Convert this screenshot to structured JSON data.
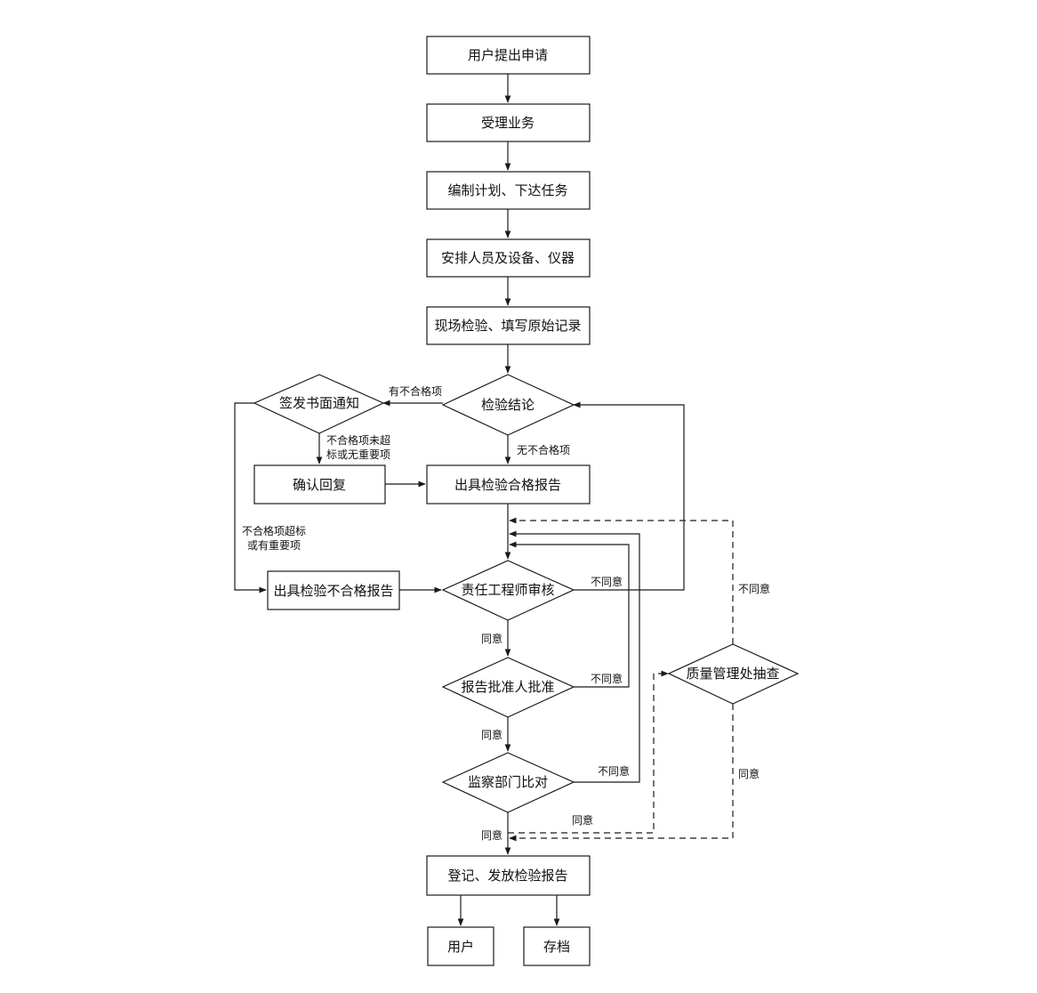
{
  "nodes": {
    "apply": "用户提出申请",
    "accept": "受理业务",
    "plan": "编制计划、下达任务",
    "arrange": "安排人员及设备、仪器",
    "inspect": "现场检验、填写原始记录",
    "conclusion": "检验结论",
    "notice": "签发书面通知",
    "confirm": "确认回复",
    "pass_report": "出具检验合格报告",
    "fail_report": "出具检验不合格报告",
    "engineer": "责任工程师审核",
    "approver": "报告批准人批准",
    "supervision": "监察部门比对",
    "quality": "质量管理处抽查",
    "issue": "登记、发放检验报告",
    "user": "用户",
    "archive": "存档"
  },
  "labels": {
    "has_unqualified": "有不合格项",
    "no_unqualified": "无不合格项",
    "minor_line1": "不合格项未超",
    "minor_line2": "标或无重要项",
    "major_line1": "不合格项超标",
    "major_line2": "或有重要项",
    "disagree_engineer": "不同意",
    "disagree_approver": "不同意",
    "disagree_supervision": "不同意",
    "disagree_quality": "不同意",
    "agree_engineer": "同意",
    "agree_approver": "同意",
    "agree_supervision": "同意",
    "agree_supervision_right": "同意",
    "agree_quality": "同意"
  }
}
